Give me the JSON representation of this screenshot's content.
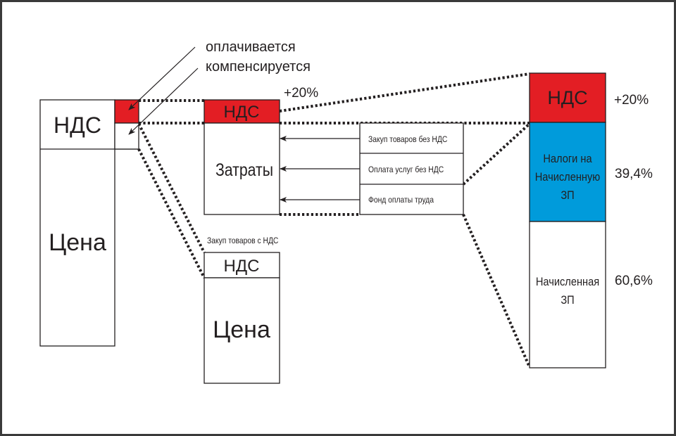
{
  "colors": {
    "vat_red": "#e31e24",
    "tax_blue": "#009bdb",
    "line": "#231f20",
    "frame": "#3a3a3a",
    "background": "#ffffff"
  },
  "annotations": {
    "paid": "оплачивается",
    "compensated": "компенсируется"
  },
  "left_block": {
    "vat_label": "НДС",
    "price_label": "Цена"
  },
  "middle_top_block": {
    "vat_label": "НДС",
    "vat_rate": "+20%",
    "costs_label": "Затраты"
  },
  "cost_items": [
    {
      "label": "Закуп товаров без НДС"
    },
    {
      "label": "Оплата услуг без НДС"
    },
    {
      "label": "Фонд оплаты труда"
    }
  ],
  "middle_bottom_block": {
    "caption": "Закуп товаров с НДС",
    "vat_label": "НДС",
    "price_label": "Цена"
  },
  "right_block": {
    "segments": [
      {
        "label_lines": [
          "НДС"
        ],
        "value": "+20%",
        "color_key": "vat_red"
      },
      {
        "label_lines": [
          "Налоги на",
          "Начисленную",
          "ЗП"
        ],
        "value": "39,4%",
        "color_key": "tax_blue"
      },
      {
        "label_lines": [
          "Начисленная",
          "ЗП"
        ],
        "value": "60,6%",
        "color_key": "background"
      }
    ]
  }
}
